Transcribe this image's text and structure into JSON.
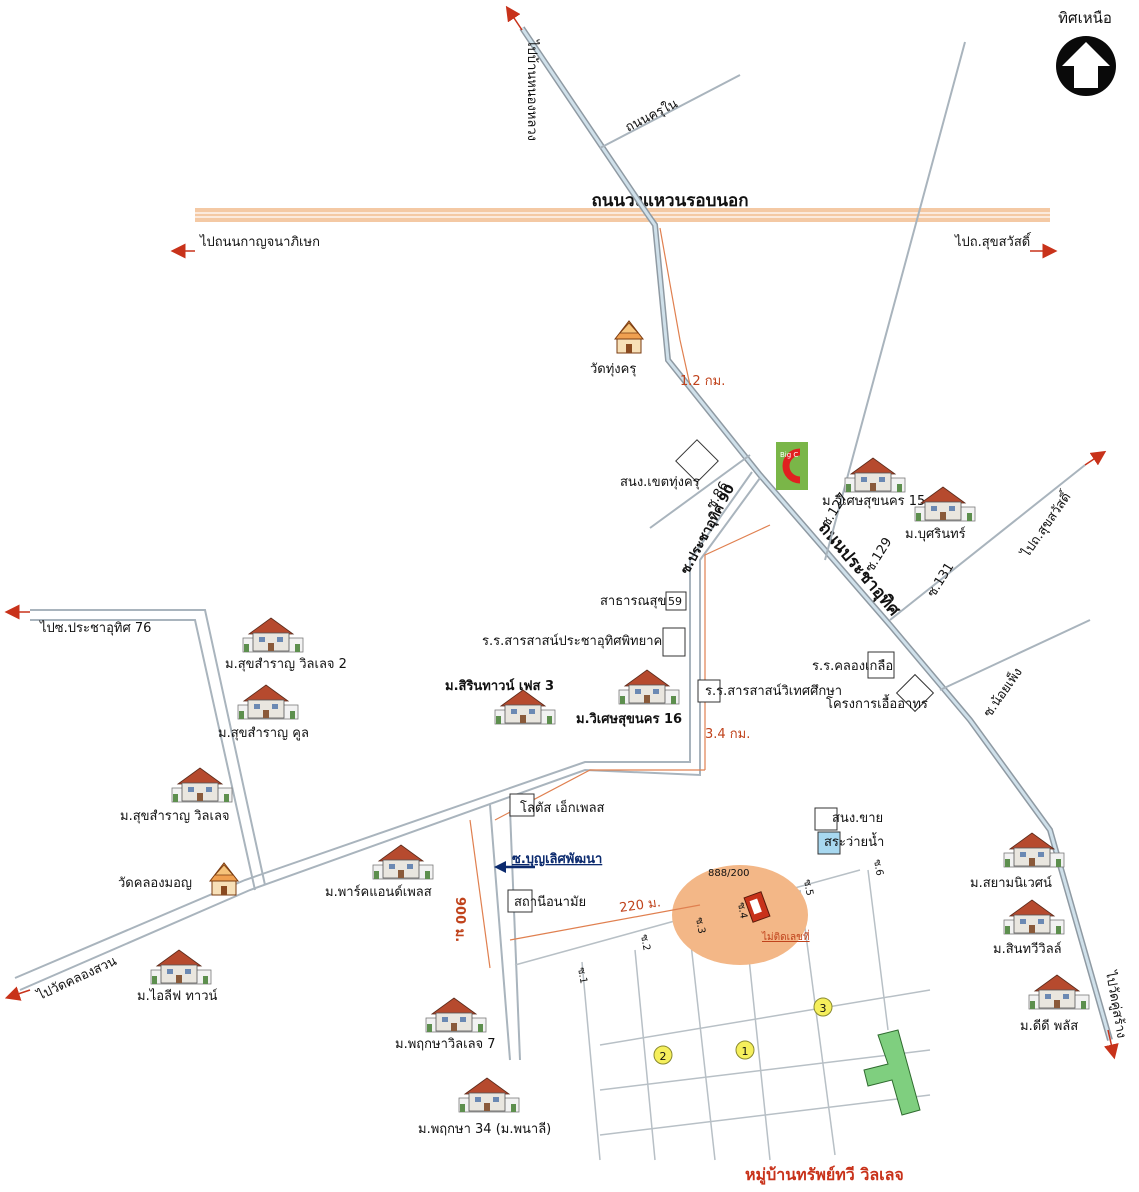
{
  "north": {
    "label": "ทิศเหนือ"
  },
  "roads": {
    "ring_road": "ถนนวงแหวนรอบนอก",
    "to_kanchanaphisek": "ไปถนนกาญจนาภิเษก",
    "to_suksawat_top": "ไปถ.สุขสวัสดิ์",
    "to_nong_tamluang": "ไปบ้านหนองหลวง",
    "khru_nai": "ถนนครุใน",
    "pracha_uthit_rd": "ถนนประชาอุทิศ",
    "soi_pracha_uthit_90": "ซ.ประชาอุทิศ 90",
    "to_pracha_uthit_76": "ไปซ.ประชาอุทิศ 76",
    "to_suksawat_right": "ไปถ.สุขสวัสดิ์",
    "soi_noi_phueng": "ซ.น้อยเพ็ง",
    "to_wat_khlong_suan": "ไปวัดคลองสวน",
    "to_wat_khu_sang": "ไปวัดคู่สร้าง",
    "soi_boonlert": "ซ.บุญเลิศพัฒนา",
    "soi_86": "ซ.86",
    "soi_127": "ซ.127",
    "soi_129": "ซ.129",
    "soi_131": "ซ.131"
  },
  "distances": {
    "d1": "1.2 กม.",
    "d2": "3.4 กม.",
    "d3": "900 ม.",
    "d4": "220 ม."
  },
  "places": {
    "wat_thung_khru": "วัดทุ่งครุ",
    "police_thung_khru": "สนง.เขตทุ่งครุ",
    "big_c": "Big C",
    "public_health_59": "สาธารณสุข",
    "health_59_num": "59",
    "school_pracha": "ร.ร.สารสาสน์ประชาอุทิศพิทยาคาร",
    "school_khlong_kluea": "ร.ร.คลองเกลือ",
    "project_uea": "โครงการเอื้ออาทร",
    "school_wiseth": "ร.ร.สารสาสน์วิเทศศึกษา",
    "lotus": "โลตัส เอ็กเพลส",
    "health_station": "สถานีอนามัย",
    "sales_office": "สนง.ขาย",
    "pool": "สระว่ายน้ำ",
    "wat_khlong_mon": "วัดคลองมอญ"
  },
  "villages": {
    "v1": "ม.สุขสำราญ วิลเลจ 2",
    "v2": "ม.สุขสำราญ คูล",
    "v3": "ม.สุขสำราญ วิลเลจ",
    "v4": "ม.สิรินทาวน์ เฟส 3",
    "v5": "ม.วิเศษสุขนคร 16",
    "v6": "ม.วิเศษสุขนคร 15",
    "v7": "ม.บุศรินทร์",
    "v8": "ม.พาร์คแอนด์เพลส",
    "v9": "ม.ไอลีฟ ทาวน์",
    "v10": "ม.พฤกษาวิลเลจ 7",
    "v11": "ม.พฤกษา 34 (ม.พนาลี)",
    "v12": "ม.สยามนิเวศน์",
    "v13": "ม.สินทวีวิลล์",
    "v14": "ม.ดีดี พลัส"
  },
  "site": {
    "number": "888/200",
    "no_number": "ไม่ติดเลขที่",
    "soi_1": "ซ.1",
    "soi_2": "ซ.2",
    "soi_3": "ซ.3",
    "soi_4": "ซ.4",
    "soi_5": "ซ.5",
    "soi_6": "ซ.6",
    "zone_1": "1",
    "zone_2": "2",
    "zone_3": "3",
    "title": "หมู่บ้านทรัพย์ทวี วิลเลจ"
  },
  "colors": {
    "arrow_red": "#c8321a",
    "ring_road": "#f4c9a4",
    "site_circle": "#f3b787",
    "park_green": "#7fcf7f",
    "zone_yellow": "#f5ef5c"
  }
}
